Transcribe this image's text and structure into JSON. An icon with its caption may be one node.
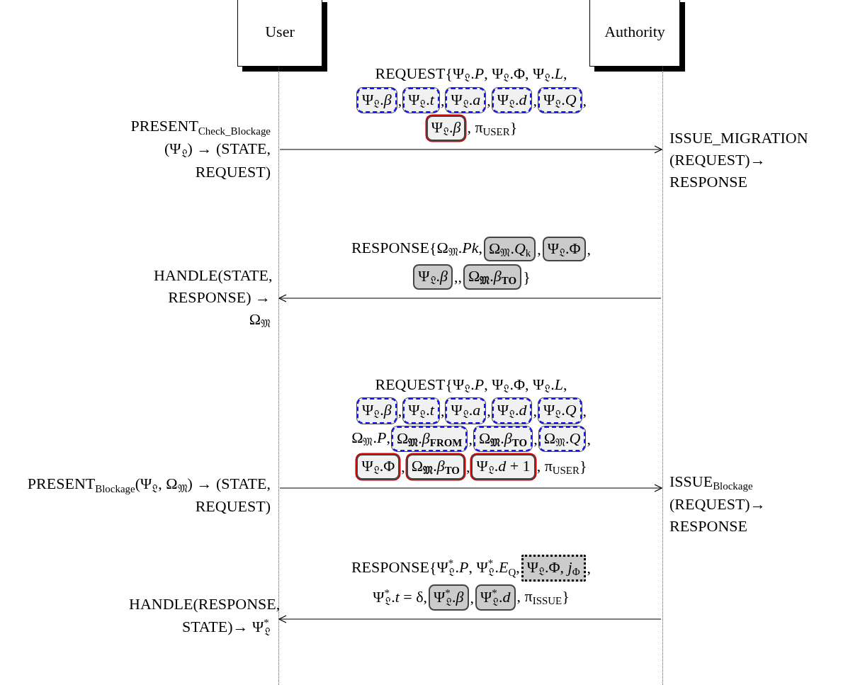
{
  "diagram": {
    "nodes": [
      {
        "text": [
          "User"
        ]
      },
      {
        "text": [
          "Authority"
        ]
      },
      {
        "text": [
          "Ψ$_{𝔏}$.*β*"
        ]
      },
      {
        "text": [
          "Ψ$_{𝔏}$.*t*"
        ]
      },
      {
        "text": [
          "Ψ$_{𝔏}$.*a*"
        ]
      },
      {
        "text": [
          "Ψ$_{𝔏}$.*d*"
        ]
      },
      {
        "text": [
          "Ψ$_{𝔏}$.*Q*"
        ]
      },
      {
        "text": [
          "Ψ$_{𝔏}$.*β*"
        ]
      },
      {
        "text": [
          "Ω$_{𝔐}$.*Q*$_{k}$"
        ]
      },
      {
        "text": [
          "Ψ$_{𝔏}$.Φ"
        ]
      },
      {
        "text": [
          "Ψ$_{𝔏}$.*β*"
        ]
      },
      {
        "text": [
          "Ω$_{𝔐}$.*β*$_{TO}$"
        ]
      },
      {
        "text": [
          "Ψ$_{𝔏}$.*β*"
        ]
      },
      {
        "text": [
          "Ψ$_{𝔏}$.*t*"
        ]
      },
      {
        "text": [
          "Ψ$_{𝔏}$.*a*"
        ]
      },
      {
        "text": [
          "Ψ$_{𝔏}$.*d*"
        ]
      },
      {
        "text": [
          "Ψ$_{𝔏}$.*Q*"
        ]
      },
      {
        "text": [
          "Ω$_{𝔐}$.*β*$_{FROM}$"
        ]
      },
      {
        "text": [
          "Ω$_{𝔐}$.*β*$_{TO}$"
        ]
      },
      {
        "text": [
          "Ω$_{𝔐}$.*Q*"
        ]
      },
      {
        "text": [
          "Ψ$_{𝔏}$.Φ"
        ]
      },
      {
        "text": [
          "Ω$_{𝔐}$.*β*$_{TO}$"
        ]
      },
      {
        "text": [
          "Ψ$_{𝔏}$.*d* + 1"
        ]
      },
      {
        "text": [
          "Ψ$_{𝔏}$.Φ, *j*$_{Φ}$"
        ]
      },
      {
        "text": [
          "Ψ$^{*}$$_{𝔏}$.*β*"
        ]
      },
      {
        "text": [
          "Ψ$^{*}$$_{𝔏}$.*d*"
        ]
      },
      {
        "text": [],
        "shape": "line"
      },
      {
        "text": [],
        "shape": "line"
      }
    ],
    "edges": [
      {
        "from": 26,
        "to": 27,
        "arrow": "to"
      },
      {
        "from": 27,
        "to": 26,
        "arrow": "to"
      },
      {
        "from": 26,
        "to": 27,
        "arrow": "to"
      },
      {
        "from": 27,
        "to": 26,
        "arrow": "to"
      }
    ],
    "labels": [
      "REQUEST{Ψ$_{𝔏}$.*P*, Ψ$_{𝔏}$.Φ, Ψ$_{𝔏}$.*L*,",
      ",",
      ",",
      ",",
      ",",
      ",",
      ", π$_{USER}$}",
      "PRESENT$_{Check_Blockage}$ (Ψ$_{𝔏}$) → (STATE, REQUEST)",
      "ISSUE_MIGRATION (REQUEST)→ RESPONSE",
      "RESPONSE{Ω$_{𝔐}$.*Pk*,",
      ",",
      ",",
      ",,",
      "}",
      "HANDLE(STATE, RESPONSE) → Ω$_{𝔐}$",
      "REQUEST{Ψ$_{𝔏}$.*P*, Ψ$_{𝔏}$.Φ, Ψ$_{𝔏}$.*L*,",
      ",",
      ",",
      ",",
      ",",
      ",",
      "Ω$_{𝔐}$.*P*,",
      ",",
      ",",
      ",",
      ",",
      ",",
      ", π$_{USER}$}",
      "PRESENT$_{Blockage}$(Ψ$_{𝔏}$, Ω$_{𝔐}$) → (STATE, REQUEST)",
      "ISSUE$_{Blockage}$ (REQUEST)→ RESPONSE",
      "RESPONSE{Ψ$^{*}$$_{𝔏}$.*P*, Ψ$^{*}$$_{𝔏}$.*E*$_{Q}$,",
      ",",
      "Ψ$^{*}$$_{𝔏}$.*t* = δ,",
      ",",
      ", π$_{ISSUE}$}",
      "HANDLE(RESPONSE, STATE)→ Ψ$^{*}$$_{𝔏}$"
    ]
  }
}
